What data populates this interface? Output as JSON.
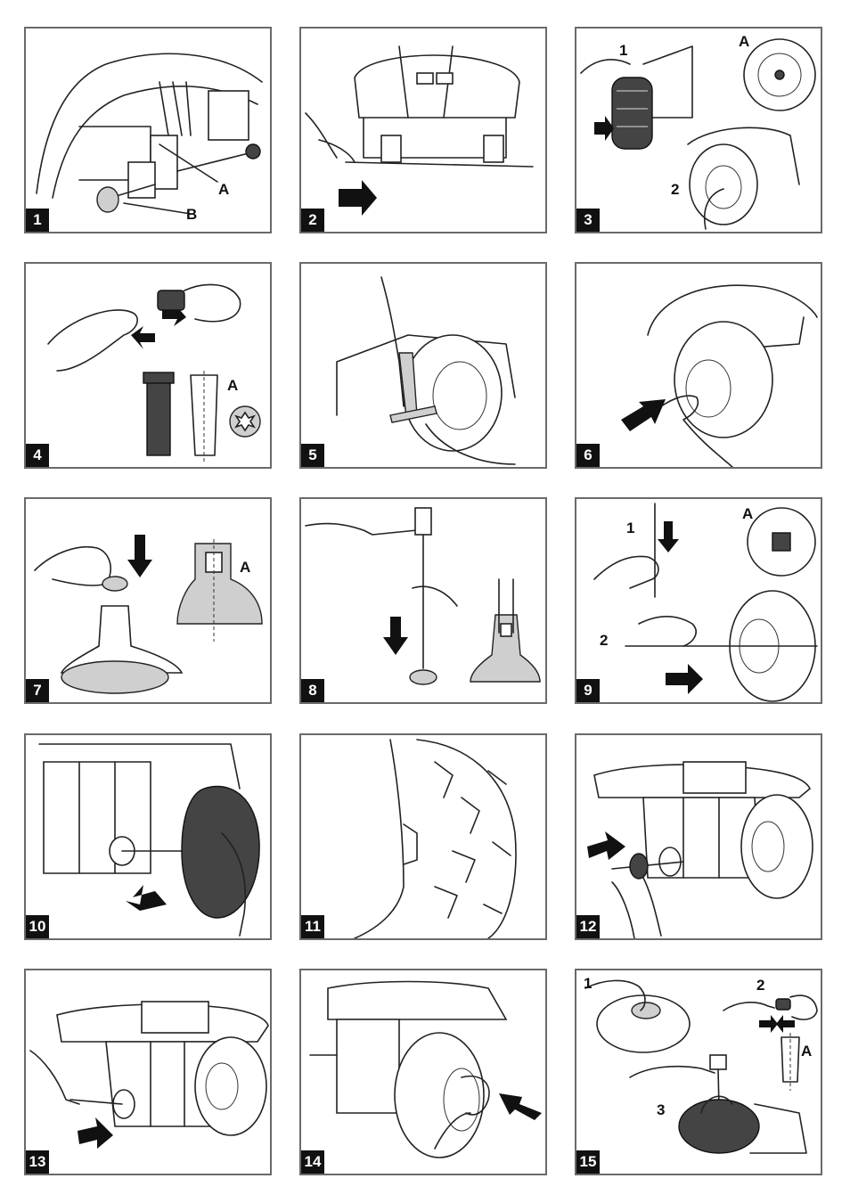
{
  "panels": [
    {
      "number": "1",
      "labels": [
        "A",
        "B"
      ]
    },
    {
      "number": "2",
      "labels": []
    },
    {
      "number": "3",
      "labels": [
        "1",
        "A",
        "2"
      ]
    },
    {
      "number": "4",
      "labels": [
        "A"
      ]
    },
    {
      "number": "5",
      "labels": []
    },
    {
      "number": "6",
      "labels": []
    },
    {
      "number": "7",
      "labels": [
        "A"
      ]
    },
    {
      "number": "8",
      "labels": []
    },
    {
      "number": "9",
      "labels": [
        "1",
        "A",
        "2"
      ]
    },
    {
      "number": "10",
      "labels": []
    },
    {
      "number": "11",
      "labels": []
    },
    {
      "number": "12",
      "labels": []
    },
    {
      "number": "13",
      "labels": []
    },
    {
      "number": "14",
      "labels": []
    },
    {
      "number": "15",
      "labels": [
        "1",
        "2",
        "A",
        "3"
      ]
    }
  ]
}
